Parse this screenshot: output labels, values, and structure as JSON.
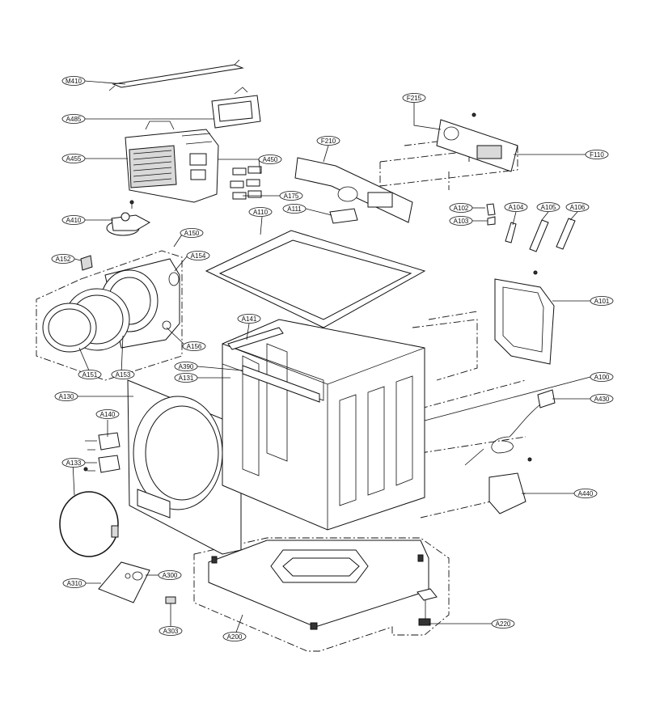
{
  "labels": {
    "M410": "M410",
    "A485": "A485",
    "A455": "A455",
    "A450": "A450",
    "A175": "A175",
    "A410": "A410",
    "A150": "A150",
    "A152": "A152",
    "A154": "A154",
    "A156": "A156",
    "A151": "A151",
    "A153": "A153",
    "A130": "A130",
    "A140": "A140",
    "A133": "A133",
    "A310": "A310",
    "A300": "A300",
    "A303": "A303",
    "A200": "A200",
    "A220": "A220",
    "A440": "A440",
    "A430": "A430",
    "A100": "A100",
    "A101": "A101",
    "A102": "A102",
    "A103": "A103",
    "A104": "A104",
    "A105": "A105",
    "A106": "A106",
    "A110": "A110",
    "A111": "A111",
    "A141": "A141",
    "A390": "A390",
    "A131": "A131",
    "F210": "F210",
    "F215": "F215",
    "F110": "F110"
  }
}
